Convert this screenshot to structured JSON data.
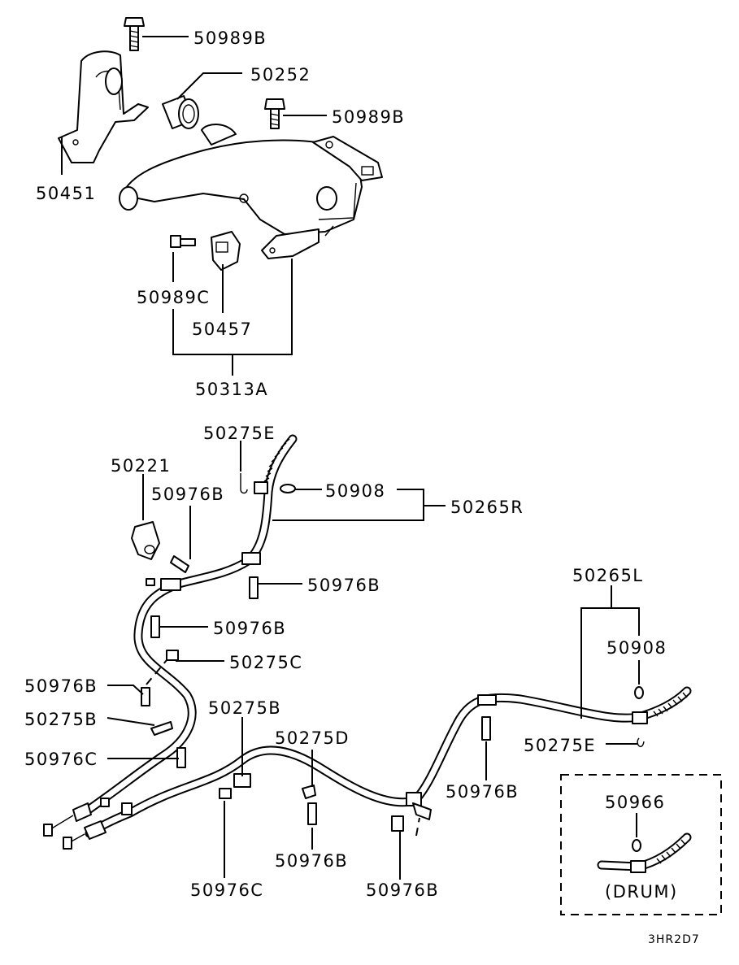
{
  "diagram": {
    "title": "Parking brake lever and cable parts diagram",
    "diagram_code": "3HR2D7",
    "drum_note": "(DRUM)",
    "labels": {
      "p50989B_top": "50989B",
      "p50252": "50252",
      "p50989B_mid": "50989B",
      "p50451": "50451",
      "p50989C": "50989C",
      "p50457": "50457",
      "p50313A": "50313A",
      "p50275E_top": "50275E",
      "p50221": "50221",
      "p50976B_a": "50976B",
      "p50908_top": "50908",
      "p50265R": "50265R",
      "p50976B_b": "50976B",
      "p50976B_c": "50976B",
      "p50275C": "50275C",
      "p50976B_d": "50976B",
      "p50275B_left": "50275B",
      "p50976C_left": "50976C",
      "p50275B_mid": "50275B",
      "p50275D": "50275D",
      "p50976C_bottom": "50976C",
      "p50976B_e": "50976B",
      "p50976B_f": "50976B",
      "p50976B_g": "50976B",
      "p50265L": "50265L",
      "p50908_right": "50908",
      "p50275E_right": "50275E",
      "p50966": "50966"
    }
  }
}
